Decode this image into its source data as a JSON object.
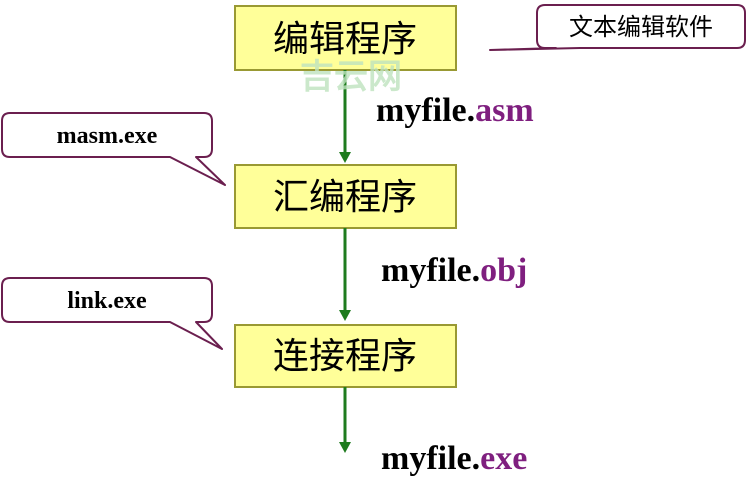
{
  "boxes": [
    {
      "label": "编辑程序"
    },
    {
      "label": "汇编程序"
    },
    {
      "label": "连接程序"
    }
  ],
  "files": [
    {
      "name": "myfile.",
      "ext": "asm"
    },
    {
      "name": "myfile.",
      "ext": "obj"
    },
    {
      "name": "myfile.",
      "ext": "exe"
    }
  ],
  "callouts": [
    {
      "text": "文本编辑软件"
    },
    {
      "text": "masm.exe"
    },
    {
      "text": "link.exe"
    }
  ],
  "watermark": "吉云网",
  "colors": {
    "box_fill": "#FFFF99",
    "box_border": "#999933",
    "arrow": "#1E7B1E",
    "extension": "#7F1F7F",
    "callout_border": "#6B1F4F",
    "text": "#000000"
  }
}
